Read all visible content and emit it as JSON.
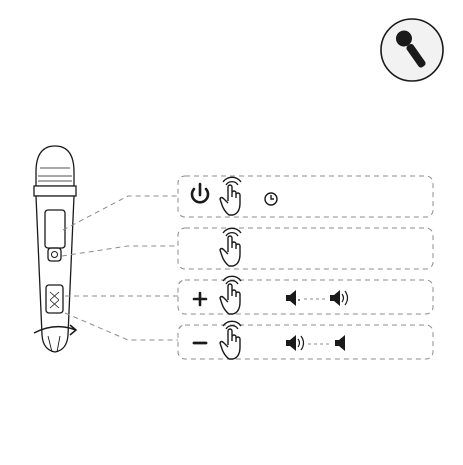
{
  "badge": {
    "icon": "microphone-icon"
  },
  "device": {
    "name": "wireless-microphone",
    "rotate_icon": "rotate-arrow-icon"
  },
  "rows": [
    {
      "id": "power",
      "button_icon": "power-icon",
      "gesture_icon": "press-hand-icon",
      "result_icon": "clock-icon",
      "result_from": "",
      "result_to": ""
    },
    {
      "id": "pair",
      "button_icon": "",
      "gesture_icon": "press-hand-icon",
      "result_icon": "",
      "result_from": "",
      "result_to": ""
    },
    {
      "id": "volume-up",
      "button_icon": "plus-icon",
      "button_glyph": "+",
      "gesture_icon": "press-hand-icon",
      "result_from": "volume-low-icon",
      "result_to": "volume-high-icon"
    },
    {
      "id": "volume-down",
      "button_icon": "minus-icon",
      "button_glyph": "–",
      "gesture_icon": "press-hand-icon",
      "result_from": "volume-high-icon",
      "result_to": "volume-low-icon"
    }
  ],
  "colors": {
    "ink": "#1a1a1a",
    "dash": "#8c8c8c",
    "badge_bg": "#f2f2f2"
  }
}
